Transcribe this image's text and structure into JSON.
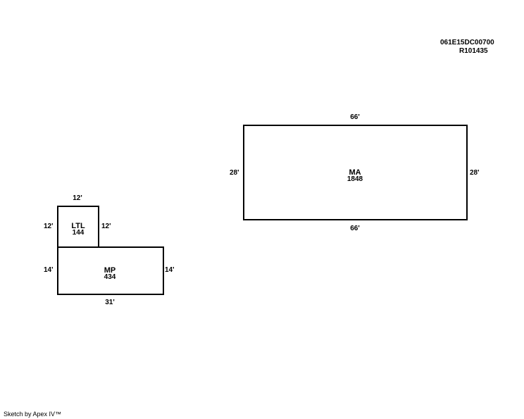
{
  "header": {
    "parcel_id": "061E15DC00700",
    "account": "R101435"
  },
  "areas": {
    "ma": {
      "code": "MA",
      "sqft": "1848",
      "top": "66'",
      "bottom": "66'",
      "left": "28'",
      "right": "28'"
    },
    "ltl": {
      "code": "LTL",
      "sqft": "144",
      "top": "12'",
      "left": "12'",
      "right": "12'"
    },
    "mp": {
      "code": "MP",
      "sqft": "434",
      "bottom": "31'",
      "left": "14'",
      "right": "14'"
    }
  },
  "footer": {
    "text": "Sketch by Apex IV™"
  }
}
